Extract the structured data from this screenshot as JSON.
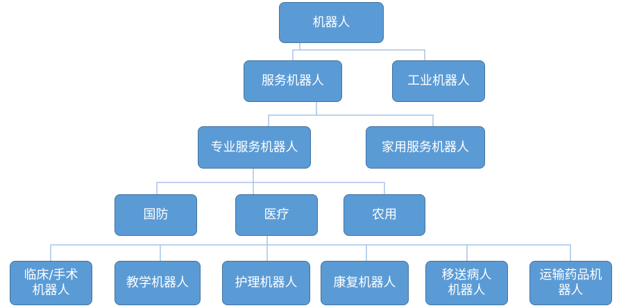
{
  "diagram": {
    "colors": {
      "node_fill": "#5b9bd5",
      "node_border": "#41719c",
      "node_text": "#ffffff",
      "connector": "#a9c4e6"
    },
    "nodes": {
      "root": "机器人",
      "service": "服务机器人",
      "industrial": "工业机器人",
      "professional": "专业服务机器人",
      "household": "家用服务机器人",
      "defense": "国防",
      "medical": "医疗",
      "agriculture": "农用",
      "clinical_line1": "临床/手术",
      "clinical_line2": "机器人",
      "teaching": "教学机器人",
      "nursing": "护理机器人",
      "rehab": "康复机器人",
      "transfer_line1": "移送病人",
      "transfer_line2": "机器人",
      "medicine_line1": "运输药品机",
      "medicine_line2": "器人"
    },
    "edges": [
      [
        "root",
        "service"
      ],
      [
        "root",
        "industrial"
      ],
      [
        "service",
        "professional"
      ],
      [
        "service",
        "household"
      ],
      [
        "professional",
        "defense"
      ],
      [
        "professional",
        "medical"
      ],
      [
        "professional",
        "agriculture"
      ],
      [
        "medical",
        "clinical"
      ],
      [
        "medical",
        "teaching"
      ],
      [
        "medical",
        "nursing"
      ],
      [
        "medical",
        "rehab"
      ],
      [
        "medical",
        "transfer"
      ],
      [
        "medical",
        "medicine"
      ]
    ]
  }
}
